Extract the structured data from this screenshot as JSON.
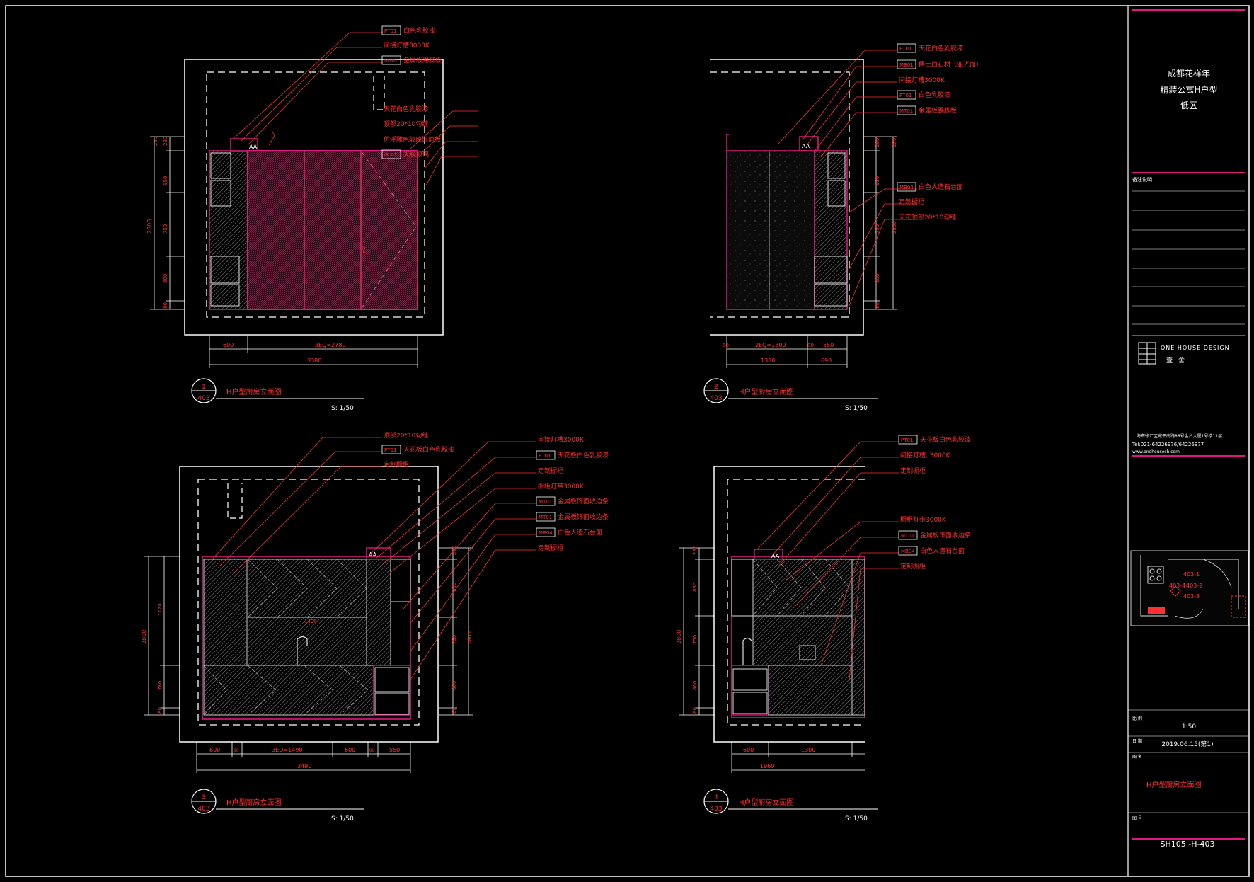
{
  "title_block": {
    "project_line1": "成都花样年",
    "project_line2": "精装公寓H户型",
    "project_line3": "低区",
    "notes_label": "备注说明",
    "company_name": "ONE HOUSE DESIGN",
    "company_cn": "壹舍",
    "company_address": "上海市徐汇区宛平南路88号金台大厦1号楼11层",
    "company_tel": "Tel:021-64226976/64226977",
    "company_web": "www.onehousesh.com",
    "keyplan_labels": [
      "403-1",
      "403-4",
      "403-2",
      "403-3"
    ],
    "scale_label": "比 例",
    "scale_value": "1:50",
    "date_label": "日 期",
    "date_value": "2019.06.15(第1)",
    "drawing_name_label": "图 名",
    "drawing_name": "H户型厨房立面图",
    "drawing_no_label": "图 号",
    "drawing_no": "SH105 -H-403"
  },
  "views": [
    {
      "number": "1",
      "sheet": "403",
      "title": "H户型厨房立面图",
      "scale": "S: 1/50",
      "callouts": [
        {
          "code": "PT01",
          "text": "白色乳胶漆"
        },
        {
          "code": "",
          "text": "间接灯槽3000K"
        },
        {
          "code": "MT01",
          "text": "金属板踢脚板"
        },
        {
          "code": "",
          "text": "天花白色乳胶漆"
        },
        {
          "code": "",
          "text": "顶部20*10勾缝"
        },
        {
          "code": "",
          "text": "仿浮雕色玻璃饰面板"
        },
        {
          "code": "GL01",
          "text": "夹胶玻璃"
        }
      ],
      "dims_v_left": [
        "2800"
      ],
      "dims_v_right": [
        "290",
        "250",
        "950",
        "750",
        "800",
        "80"
      ],
      "dims_h": [
        "600",
        "3EQ=2780",
        "3380"
      ],
      "tags": [
        "AA",
        "EQ"
      ]
    },
    {
      "number": "2",
      "sheet": "403",
      "title": "H户型厨房立面图",
      "scale": "S: 1/50",
      "callouts": [
        {
          "code": "PT01",
          "text": "天花白色乳胶漆"
        },
        {
          "code": "MB01",
          "text": "爵士白石材（亚光面）"
        },
        {
          "code": "",
          "text": "间接灯槽3000K"
        },
        {
          "code": "PT01",
          "text": "白色乳胶漆"
        },
        {
          "code": "MT01",
          "text": "金属板踢脚板"
        },
        {
          "code": "MB04",
          "text": "白色人造石台面"
        },
        {
          "code": "",
          "text": "定制橱柜"
        },
        {
          "code": "",
          "text": "天花顶部20*10勾缝"
        }
      ],
      "dims_v_right": [
        "290",
        "250",
        "950",
        "750",
        "800",
        "2800",
        "80"
      ],
      "dims_h": [
        "80",
        "2EQ=1300",
        "80",
        "550",
        "1380",
        "690"
      ],
      "tags": [
        "AA"
      ]
    },
    {
      "number": "3",
      "sheet": "403",
      "title": "H户型厨房立面图",
      "scale": "S: 1/50",
      "callouts": [
        {
          "code": "",
          "text": "顶部20*10勾缝"
        },
        {
          "code": "PT01",
          "text": "天花板白色乳胶漆"
        },
        {
          "code": "",
          "text": "定制橱柜"
        },
        {
          "code": "",
          "text": "间接灯槽3000K"
        },
        {
          "code": "PT01",
          "text": "天花板白色乳胶漆"
        },
        {
          "code": "",
          "text": "定制橱柜"
        },
        {
          "code": "",
          "text": "橱柜灯带3000K"
        },
        {
          "code": "MT01",
          "text": "金属板饰面收边条"
        },
        {
          "code": "MT01",
          "text": "金属板饰面收边条"
        },
        {
          "code": "MB04",
          "text": "白色人造石台面"
        },
        {
          "code": "",
          "text": "定制橱柜"
        }
      ],
      "dims_v_left": [
        "2800",
        "1120",
        "780",
        "80"
      ],
      "dims_v_right": [
        "290",
        "880",
        "750",
        "2800",
        "800",
        "80"
      ],
      "dims_h": [
        "600",
        "80",
        "3EQ=1490",
        "600",
        "80",
        "550",
        "3490"
      ],
      "tags": [
        "AA",
        "1400"
      ]
    },
    {
      "number": "4",
      "sheet": "403",
      "title": "H户型厨房立面图",
      "scale": "S: 1/50",
      "callouts": [
        {
          "code": "PT01",
          "text": "天花板白色乳胶漆"
        },
        {
          "code": "",
          "text": "间接灯槽, 3000K"
        },
        {
          "code": "",
          "text": "定制橱柜"
        },
        {
          "code": "",
          "text": "橱柜灯带3000K"
        },
        {
          "code": "MT01",
          "text": "金属板饰面收边条"
        },
        {
          "code": "MB04",
          "text": "白色人造石台面"
        },
        {
          "code": "",
          "text": "定制橱柜"
        }
      ],
      "dims_v_left": [
        "290",
        "880",
        "2800",
        "750",
        "800",
        "80"
      ],
      "dims_h": [
        "600",
        "1300",
        "1960"
      ],
      "tags": [
        "AA"
      ]
    }
  ]
}
